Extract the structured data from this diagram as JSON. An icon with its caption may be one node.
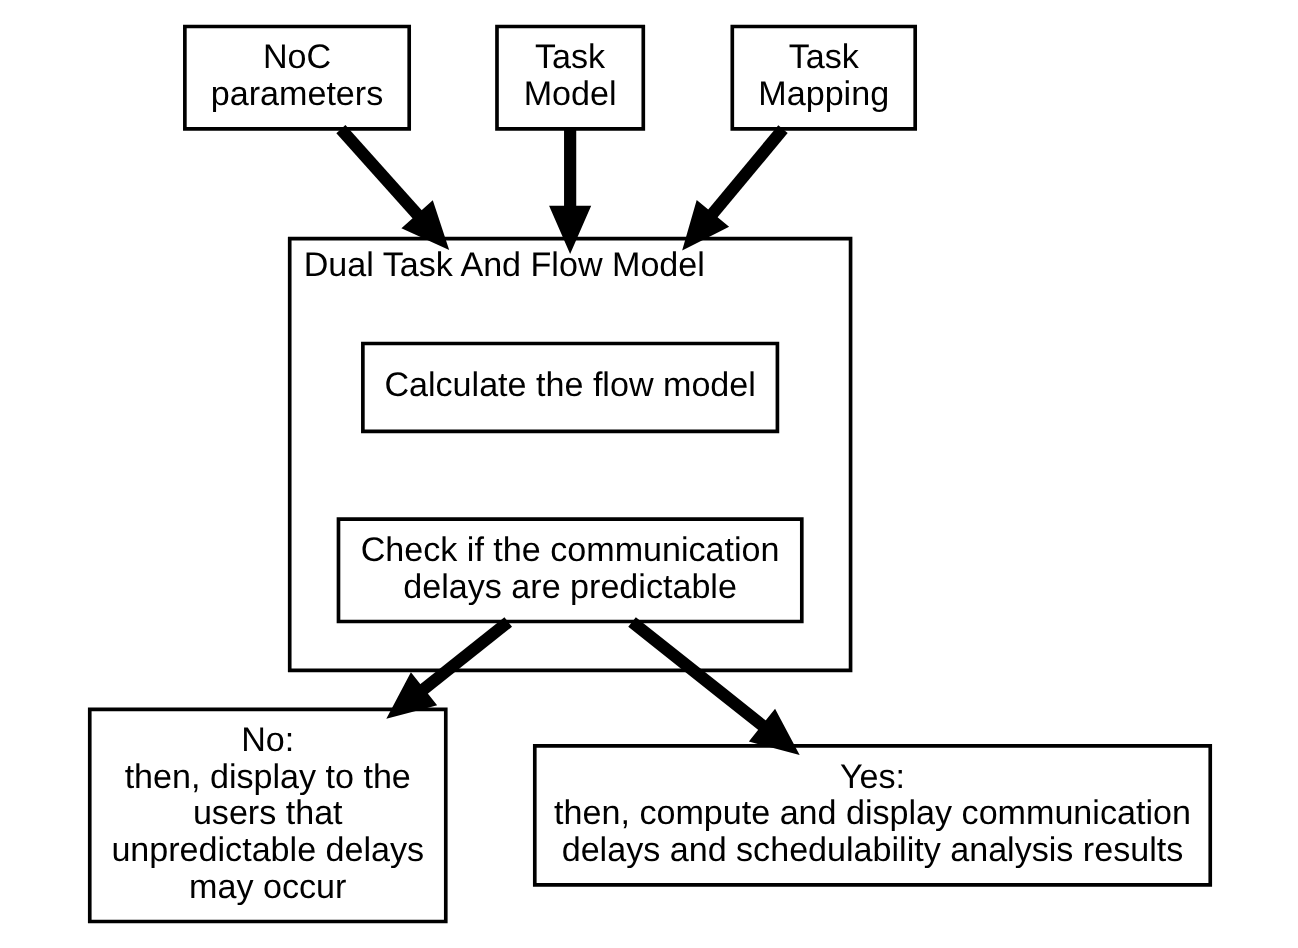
{
  "diagram": {
    "nodes": [
      {
        "text": [
          "NoC parameters"
        ]
      },
      {
        "text": [
          "Task Model"
        ]
      },
      {
        "text": [
          "Task Mapping"
        ]
      },
      {
        "text": [
          "Dual Task And Flow Model"
        ]
      },
      {
        "text": [
          "Calculate the flow model"
        ],
        "in": 3
      },
      {
        "text": [
          "Check if the communication delays are predictable"
        ],
        "in": 3
      },
      {
        "text": [
          "No:",
          "then, display to the users that unpredictable delays may occur"
        ]
      },
      {
        "text": [
          "Yes:",
          "then, compute and display communication delays and schedulability analysis results"
        ]
      }
    ],
    "edges": [
      {
        "from": 0,
        "to": 3,
        "arrow": "to"
      },
      {
        "from": 1,
        "to": 3,
        "arrow": "to"
      },
      {
        "from": 2,
        "to": 3,
        "arrow": "to"
      },
      {
        "from": 5,
        "to": 6,
        "arrow": "to"
      },
      {
        "from": 5,
        "to": 7,
        "arrow": "to"
      }
    ]
  }
}
